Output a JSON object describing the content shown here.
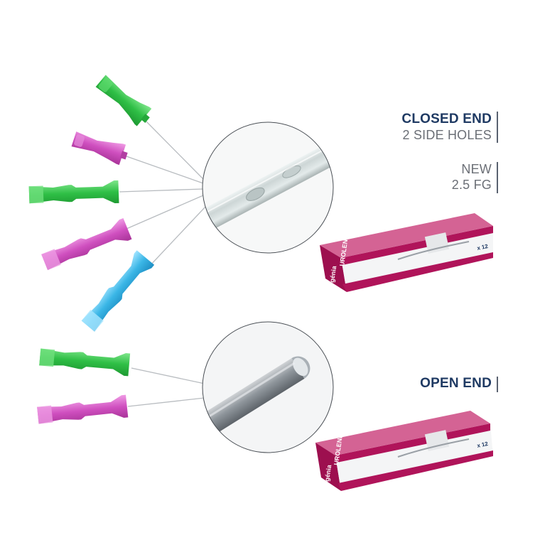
{
  "labels": {
    "closed_end_title": "CLOSED END",
    "closed_end_subtitle": "2 SIDE HOLES",
    "new_line1": "NEW",
    "new_line2": "2.5 FG",
    "open_end_title": "OPEN END"
  },
  "boxes": {
    "top": {
      "brand": "UROLENE® CAT",
      "maker": "génia",
      "count": "x 12"
    },
    "bottom": {
      "brand": "UROLENE® CAT",
      "maker": "génia",
      "count": "x 12"
    }
  },
  "colors": {
    "green": "#33c24a",
    "magenta": "#cf4fbf",
    "blue": "#3ab6e6",
    "box_magenta": "#b0145a",
    "title_navy": "#1f3a63",
    "gray_text": "#6b6f76"
  }
}
